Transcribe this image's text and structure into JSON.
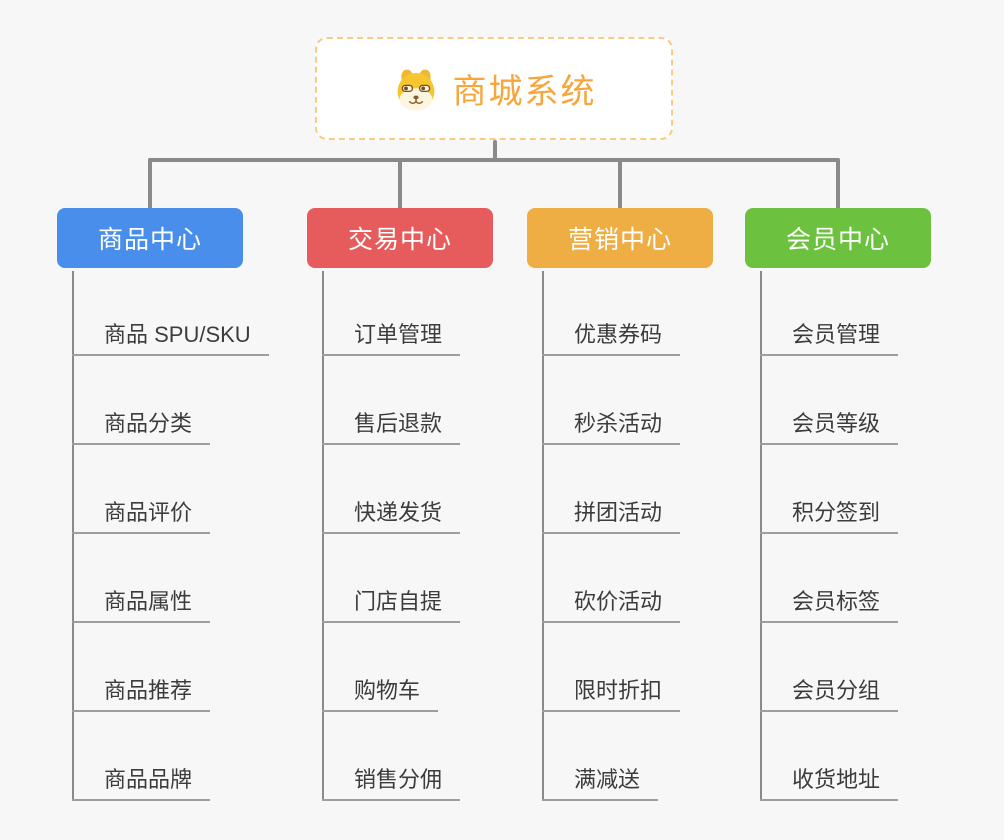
{
  "canvas": {
    "background": "#f7f7f7",
    "line_color": "#8a8a8a",
    "underline_color": "#9e9e9e",
    "child_text_color": "#3c3c3c"
  },
  "root": {
    "label": "商城系统",
    "icon": "shiba-dog-icon",
    "background": "#ffffff",
    "border_color": "#f7cb85",
    "text_color": "#f6a63b"
  },
  "branches": [
    {
      "id": "product-center",
      "label": "商品中心",
      "color": "#4a8eeb",
      "text_color": "#ffffff",
      "children": [
        "商品 SPU/SKU",
        "商品分类",
        "商品评价",
        "商品属性",
        "商品推荐",
        "商品品牌"
      ]
    },
    {
      "id": "trade-center",
      "label": "交易中心",
      "color": "#e65c5c",
      "text_color": "#ffffff",
      "children": [
        "订单管理",
        "售后退款",
        "快递发货",
        "门店自提",
        "购物车",
        "销售分佣"
      ]
    },
    {
      "id": "marketing-center",
      "label": "营销中心",
      "color": "#eeae44",
      "text_color": "#ffffff",
      "children": [
        "优惠券码",
        "秒杀活动",
        "拼团活动",
        "砍价活动",
        "限时折扣",
        "满减送"
      ]
    },
    {
      "id": "member-center",
      "label": "会员中心",
      "color": "#6cc23f",
      "text_color": "#ffffff",
      "children": [
        "会员管理",
        "会员等级",
        "积分签到",
        "会员标签",
        "会员分组",
        "收货地址"
      ]
    }
  ]
}
